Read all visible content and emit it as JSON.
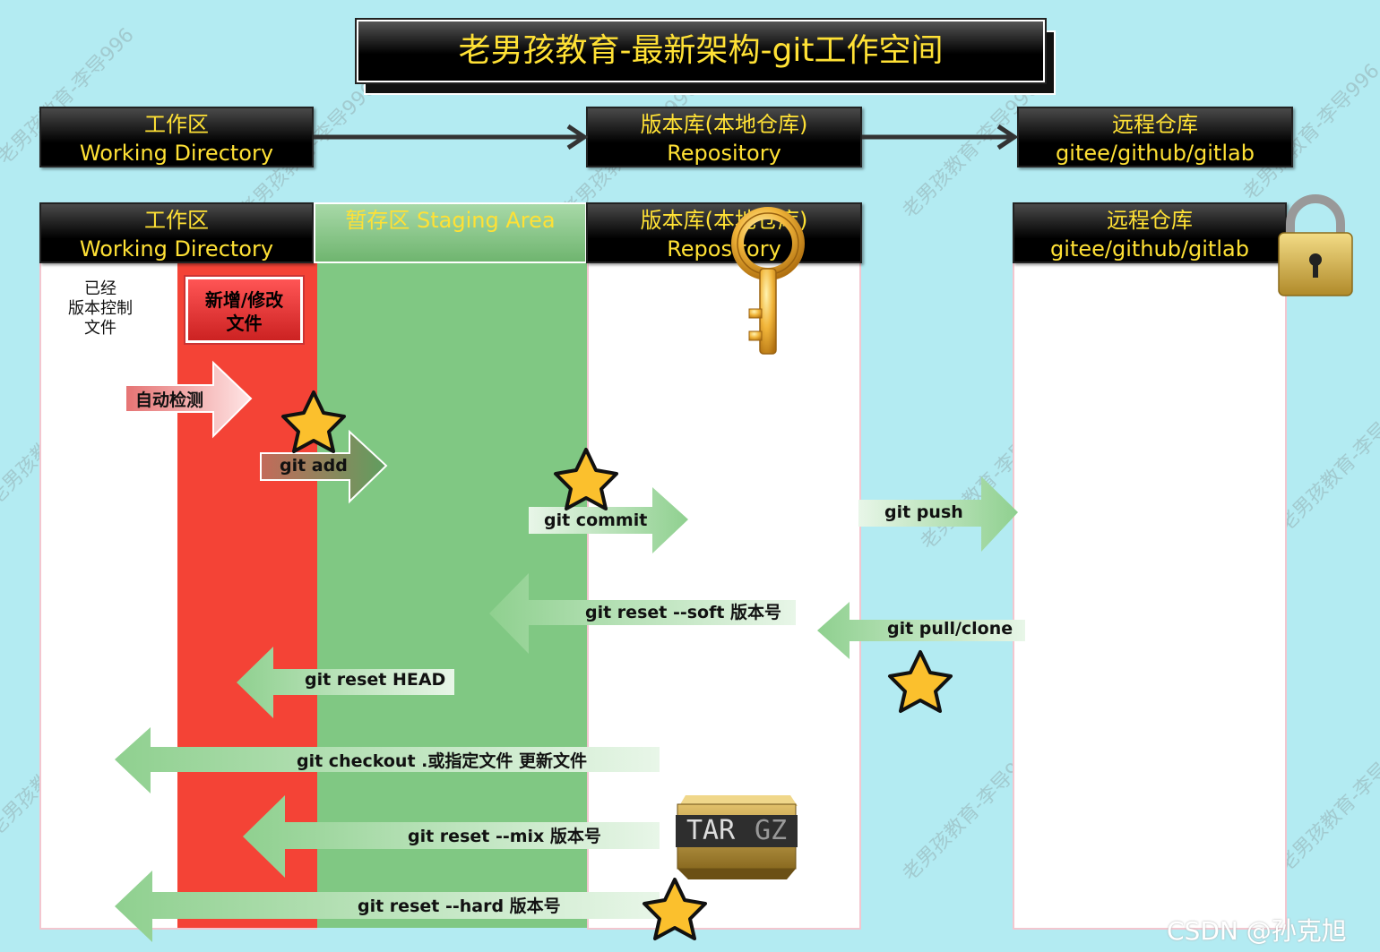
{
  "title": "老男孩教育-最新架构-git工作空间",
  "top_row": {
    "working": {
      "cn": "工作区",
      "en": "Working Directory"
    },
    "repo": {
      "cn": "版本库(本地仓库)",
      "en": "Repository"
    },
    "remote": {
      "cn": "远程仓库",
      "en": "gitee/github/gitlab"
    }
  },
  "second_row": {
    "working": {
      "cn": "工作区",
      "en": "Working Directory"
    },
    "staging": {
      "cn": "暂存区",
      "en": "Staging Area"
    },
    "repo": {
      "cn": "版本库(本地仓库)",
      "en": "Repository"
    },
    "remote": {
      "cn": "远程仓库",
      "en": "gitee/github/gitlab"
    }
  },
  "tracked_note": [
    "已经",
    "版本控制",
    "文件"
  ],
  "new_file_box": [
    "新增/修改",
    "文件"
  ],
  "arrows": {
    "auto_detect": "自动检测",
    "git_add": "git add",
    "git_commit": "git commit",
    "git_push": "git push",
    "reset_soft": "git reset --soft 版本号",
    "pull_clone": "git pull/clone",
    "reset_head": "git reset HEAD",
    "checkout": "git  checkout  .或指定文件 更新文件",
    "reset_mix": "git reset --mix 版本号",
    "reset_hard": "git reset --hard    版本号"
  },
  "archive": {
    "left": "TAR",
    "right": "GZ"
  },
  "watermark": "老男孩教育-李导996",
  "csdn": "CSDN @孙克旭",
  "colors": {
    "title_text": "#ffe135",
    "working_stripe": "#f44336",
    "staging_stripe": "#80c883",
    "background": "#b3ebf2"
  },
  "icons": [
    "key-icon",
    "padlock-icon",
    "star-icon",
    "tar-gz-archive-icon"
  ]
}
